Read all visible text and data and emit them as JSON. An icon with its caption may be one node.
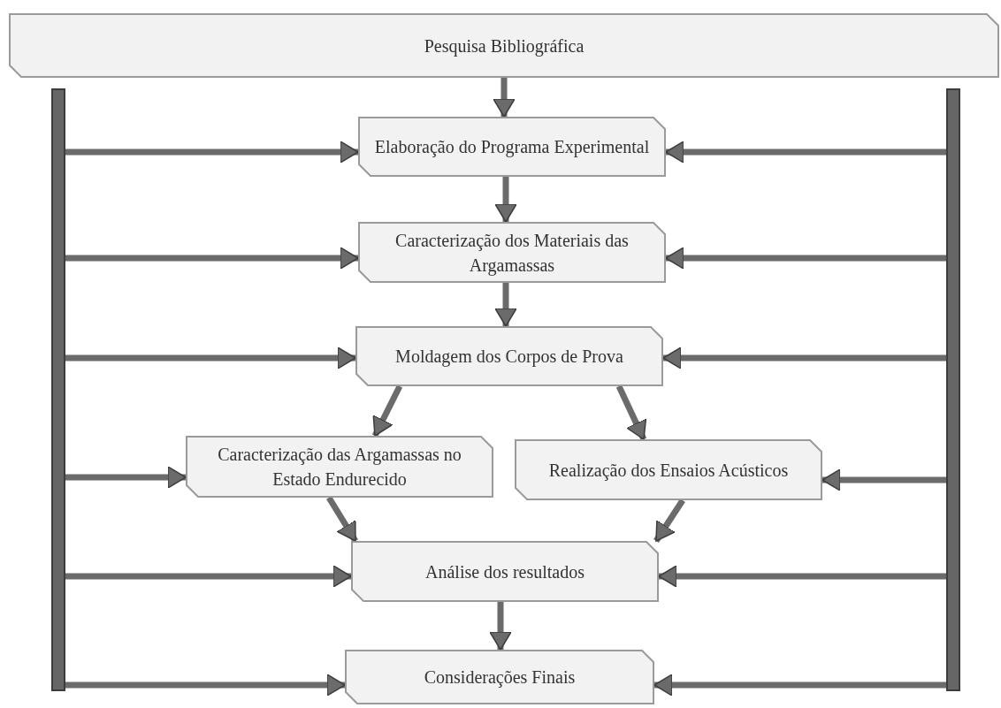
{
  "diagram": {
    "nodes": [
      {
        "text": [
          "Pesquisa Bibliográfica"
        ]
      },
      {
        "text": [
          "Elaboração do Programa Experimental"
        ]
      },
      {
        "text": [
          "Caracterização dos Materiais das Argamassas"
        ]
      },
      {
        "text": [
          "Moldagem dos Corpos de Prova"
        ]
      },
      {
        "text": [
          "Caracterização das Argamassas no Estado Endurecido"
        ]
      },
      {
        "text": [
          "Realização dos Ensaios Acústicos"
        ]
      },
      {
        "text": [
          "Análise dos resultados"
        ]
      },
      {
        "text": [
          "Considerações Finais"
        ]
      },
      {
        "text": [],
        "shape": "bar"
      },
      {
        "text": [],
        "shape": "bar"
      }
    ],
    "edges": [
      {
        "from": 0,
        "to": 1,
        "arrow": "to"
      },
      {
        "from": 1,
        "to": 2,
        "arrow": "to"
      },
      {
        "from": 2,
        "to": 3,
        "arrow": "to"
      },
      {
        "from": 3,
        "to": 4,
        "arrow": "to"
      },
      {
        "from": 3,
        "to": 5,
        "arrow": "to"
      },
      {
        "from": 4,
        "to": 6,
        "arrow": "to"
      },
      {
        "from": 5,
        "to": 6,
        "arrow": "to"
      },
      {
        "from": 6,
        "to": 7,
        "arrow": "to"
      },
      {
        "from": 8,
        "to": 1,
        "arrow": "to"
      },
      {
        "from": 8,
        "to": 2,
        "arrow": "to"
      },
      {
        "from": 8,
        "to": 3,
        "arrow": "to"
      },
      {
        "from": 8,
        "to": 4,
        "arrow": "to"
      },
      {
        "from": 8,
        "to": 6,
        "arrow": "to"
      },
      {
        "from": 8,
        "to": 7,
        "arrow": "to"
      },
      {
        "from": 9,
        "to": 1,
        "arrow": "to"
      },
      {
        "from": 9,
        "to": 2,
        "arrow": "to"
      },
      {
        "from": 9,
        "to": 3,
        "arrow": "to"
      },
      {
        "from": 9,
        "to": 5,
        "arrow": "to"
      },
      {
        "from": 9,
        "to": 6,
        "arrow": "to"
      },
      {
        "from": 9,
        "to": 7,
        "arrow": "to"
      }
    ]
  }
}
